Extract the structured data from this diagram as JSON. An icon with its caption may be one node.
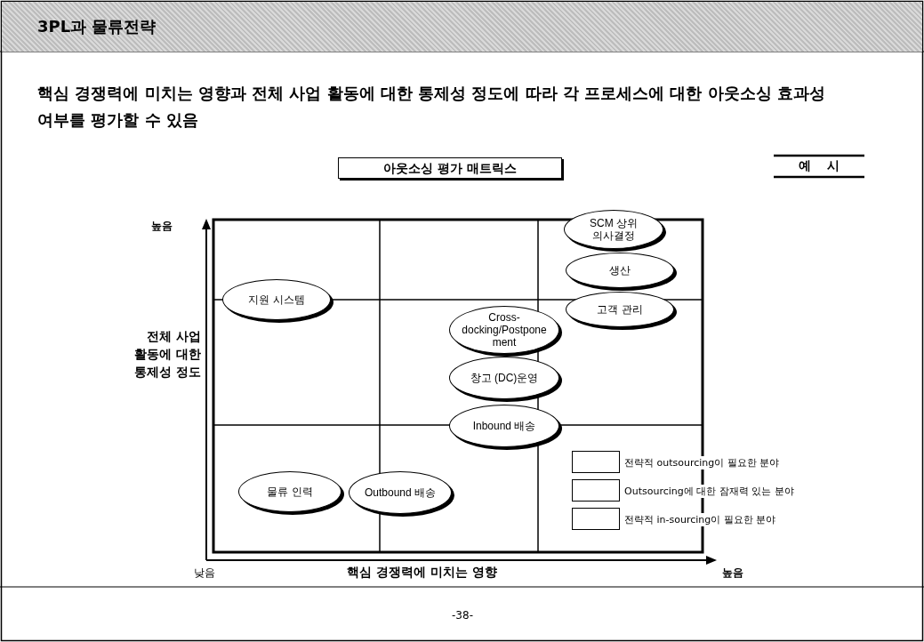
{
  "diagram": {
    "title": "3PL과 물류전략",
    "nodes": [
      {
        "text": [
          "아웃소싱 평가 매트릭스"
        ]
      },
      {
        "text": [
          "SCM 상위 의사결정"
        ]
      },
      {
        "text": [
          "생산"
        ]
      },
      {
        "text": [
          "고객 관리"
        ]
      },
      {
        "text": [
          "지원 시스템"
        ]
      },
      {
        "text": [
          "Cross-docking/Postponement"
        ]
      },
      {
        "text": [
          "창고 (DC)운영"
        ]
      },
      {
        "text": [
          "Inbound 배송"
        ]
      },
      {
        "text": [
          "물류 인력"
        ]
      },
      {
        "text": [
          "Outbound 배송"
        ]
      }
    ],
    "edges": [],
    "labels": [
      "핵심 경쟁력에 미치는 영향과 전체 사업 활동에 대한 통제성 정도에 따라 각 프로세스에 대한 아웃소싱 효과성 여부를 평가할 수 있음",
      "예 시",
      "높음",
      "전체 사업 활동에 대한 통제성 정도",
      "낮음",
      "핵심 경쟁력에 미치는 영향",
      "높음",
      "-38-"
    ],
    "legend": [
      {
        "text": "전략적 outsourcing이 필요한 분야",
        "color": "#ffffff"
      },
      {
        "text": "Outsourcing에 대한 잠재력 있는 분야",
        "color": "#ffffff"
      },
      {
        "text": "전략적 in-sourcing이 필요한 분야",
        "color": "#ffffff"
      }
    ]
  }
}
